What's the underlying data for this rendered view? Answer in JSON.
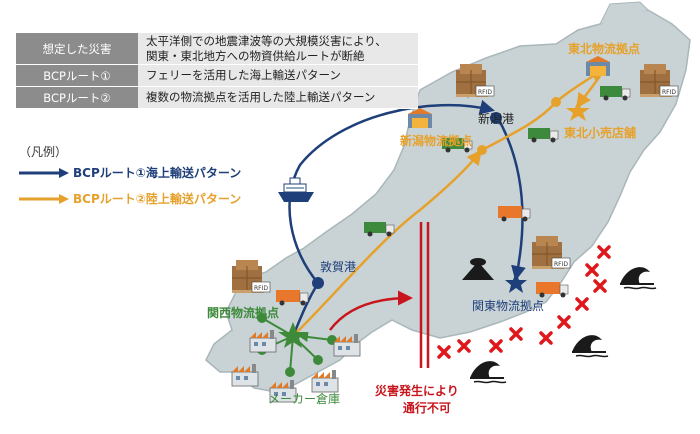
{
  "table": {
    "rows": [
      {
        "header": "想定した災害",
        "body_line1": "太平洋側での地震津波等の大規模災害により、",
        "body_line2": "関東・東北地方への物資供給ルートが断絶"
      },
      {
        "header": "BCPルート①",
        "body_line1": "フェリーを活用した海上輸送パターン"
      },
      {
        "header": "BCPルート②",
        "body_line1": "複数の物流拠点を活用した陸上輸送パターン"
      }
    ]
  },
  "legend": {
    "title": "（凡例）",
    "route1": {
      "label": "BCPルート①海上輸送パターン",
      "color": "#1f3f7a"
    },
    "route2": {
      "label": "BCPルート②陸上輸送パターン",
      "color": "#e6a12b"
    }
  },
  "places": {
    "tohoku_hub": "東北物流拠点",
    "tohoku_store": "東北小売店舗",
    "niigata_port": "新潟港",
    "niigata_hub": "新潟物流拠点",
    "tsuruga_port": "敦賀港",
    "kansai_hub": "関西物流拠点",
    "kanto_hub": "関東物流拠点",
    "maker_warehouse": "メーカー倉庫"
  },
  "disaster": {
    "line1": "災害発生により",
    "line2": "通行不可",
    "color": "#c8161d"
  },
  "colors": {
    "land": "#c9d3d6",
    "land_edge": "#a9b6ba",
    "kansai_green": "#3c8a3a",
    "store_orange": "#e6a12b",
    "x_red": "#e0181c"
  },
  "icons": {
    "box": "cardboard-box-icon",
    "truck": "truck-icon",
    "ferry": "ferry-icon",
    "factory": "factory-icon",
    "volcano": "volcano-icon",
    "wave": "tsunami-wave-icon",
    "star": "store-star-icon",
    "x": "blocked-x-icon",
    "rfid": "RFID"
  }
}
